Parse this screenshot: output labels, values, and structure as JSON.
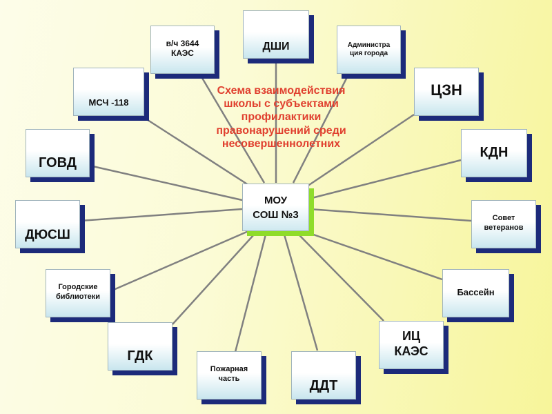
{
  "title": "Схема взаимодействия\nшколы с субъектами\nпрофилактики\nправонарушений среди\nнесовершеннолетних",
  "center": "МОУ\nСОШ №3",
  "nodes": [
    {
      "id": "dshi",
      "label": "ДШИ"
    },
    {
      "id": "vch",
      "label": "в/ч 3644\nКАЭС"
    },
    {
      "id": "admin",
      "label": "Администра\nция города"
    },
    {
      "id": "mchs",
      "label": "МСЧ -118"
    },
    {
      "id": "czn",
      "label": "ЦЗН"
    },
    {
      "id": "govd",
      "label": "ГОВД"
    },
    {
      "id": "kdn",
      "label": "КДН"
    },
    {
      "id": "dyussh",
      "label": "ДЮСШ"
    },
    {
      "id": "sovet",
      "label": "Совет\nветеранов"
    },
    {
      "id": "lib",
      "label": "Городские\nбиблиотеки"
    },
    {
      "id": "pool",
      "label": "Бассейн"
    },
    {
      "id": "gdk",
      "label": "ГДК"
    },
    {
      "id": "fire",
      "label": "Пожарная\nчасть"
    },
    {
      "id": "ddt",
      "label": "ДДТ"
    },
    {
      "id": "ic",
      "label": "ИЦ\nКАЭС"
    }
  ]
}
